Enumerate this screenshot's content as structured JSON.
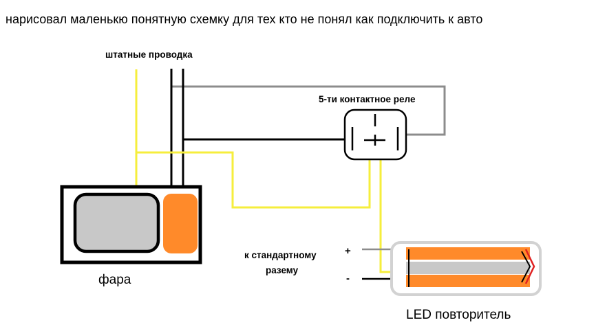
{
  "caption": "нарисовал маленькю понятную схемку для тех кто не понял как подключить к авто",
  "labels": {
    "wiring": "штатные проводка",
    "relay": "5-ти контактное реле",
    "standard_1": "к стандартному",
    "standard_2": "разему",
    "plus": "+",
    "minus": "-",
    "headlight": "фара",
    "led": "LED повторитель"
  },
  "colors": {
    "wire_yellow": "#f6ee3c",
    "wire_black": "#000000",
    "wire_gray": "#8c8c8c",
    "lamp_orange": "#ff8a2a",
    "lamp_gray": "#c8c8c8",
    "led_red": "#e02020"
  }
}
